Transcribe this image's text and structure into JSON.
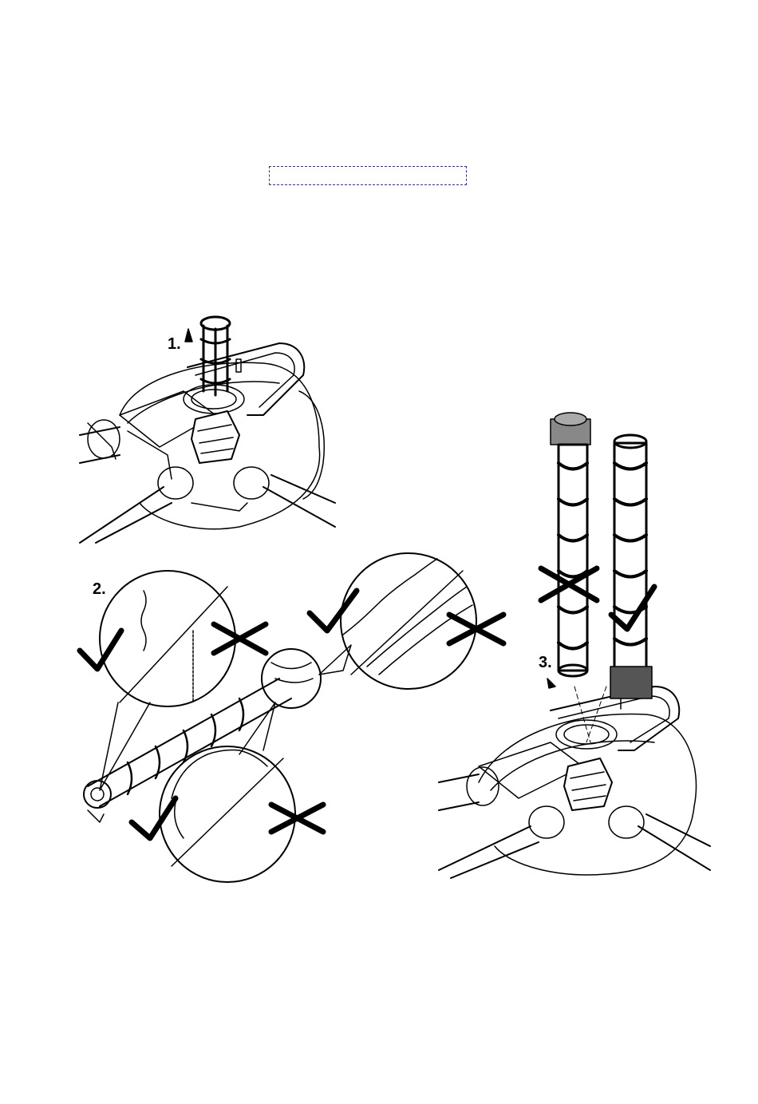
{
  "steps": {
    "step1": "1.",
    "step2": "2.",
    "step3": "3."
  },
  "icons": {
    "ok": "check-mark-icon",
    "not_ok": "cross-mark-icon",
    "direction": "arrow-icon"
  },
  "colors": {
    "line": "#000000",
    "highlight_box": "#2a2ac8",
    "dark_part": "#555555",
    "light_part": "#dddddd"
  }
}
